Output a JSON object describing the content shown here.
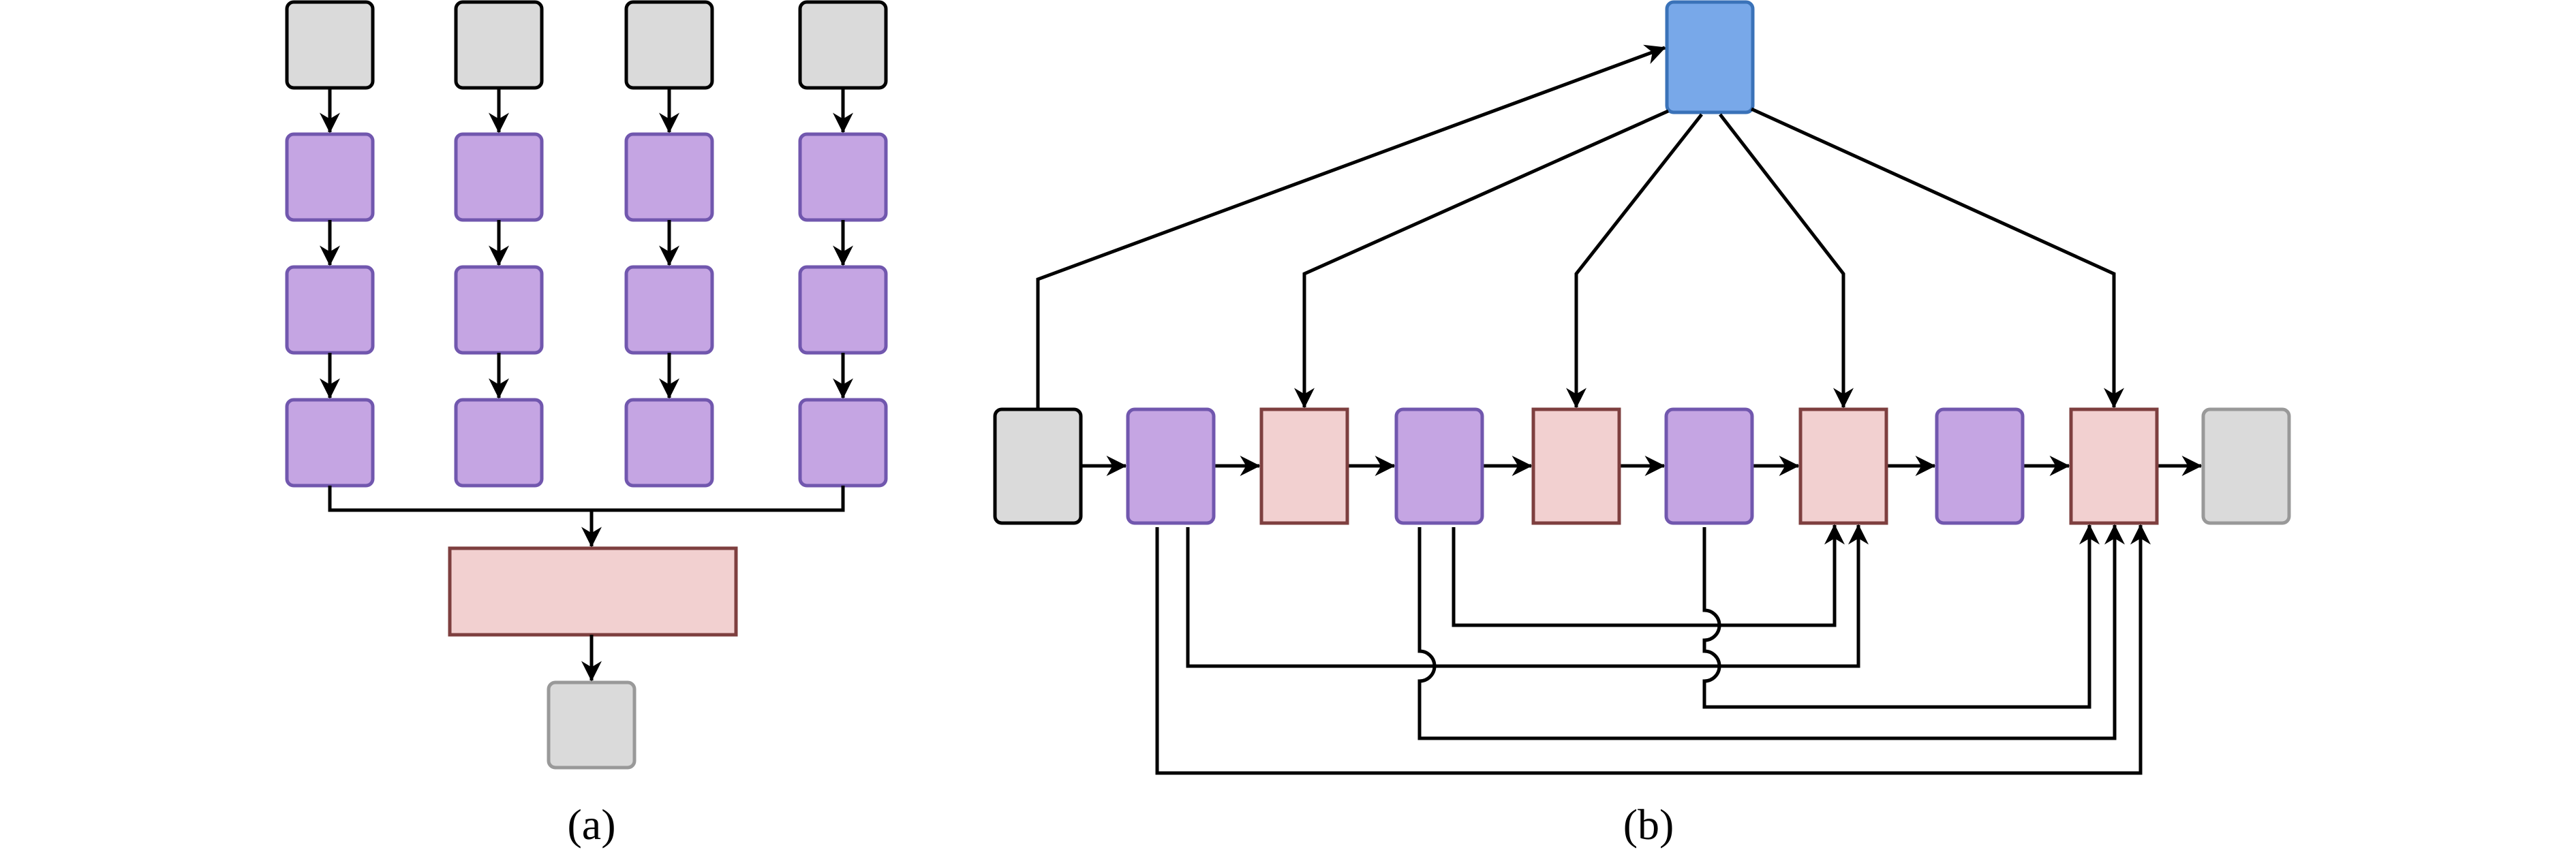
{
  "colors": {
    "io_fill": "#dadada",
    "io_stroke": "#000000",
    "output_stroke": "#999999",
    "agent_fill": "#c5a5e3",
    "agent_stroke": "#7157ae",
    "aggregate_fill": "#f2d0d0",
    "aggregate_stroke": "#7e3f3f",
    "controller_fill": "#78a8e9",
    "controller_stroke": "#3a72b8",
    "edge": "#000000"
  },
  "captions": {
    "a": "(a)",
    "b": "(b)"
  },
  "panel_a": {
    "columns": 4,
    "column_nodes": [
      "input",
      "agent",
      "agent",
      "agent"
    ],
    "merge_node": "aggregate",
    "final_node": "output"
  },
  "panel_b": {
    "controller": "controller",
    "chain": [
      "input",
      "agent",
      "aggregate",
      "agent",
      "aggregate",
      "agent",
      "aggregate",
      "agent",
      "aggregate",
      "output"
    ],
    "controller_inputs": [
      0
    ],
    "controller_outputs": [
      2,
      4,
      6,
      8
    ],
    "skip_edges": [
      {
        "from": 3,
        "to": 6
      },
      {
        "from": 1,
        "to": 6
      },
      {
        "from": 5,
        "to": 8
      },
      {
        "from": 3,
        "to": 8
      },
      {
        "from": 1,
        "to": 8
      }
    ]
  }
}
